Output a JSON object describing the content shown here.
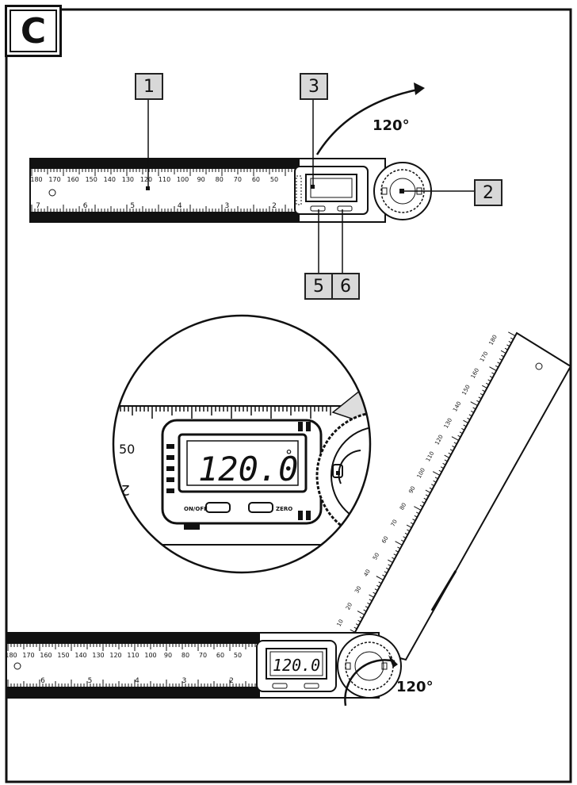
{
  "figure": {
    "letter": "C"
  },
  "callouts": {
    "c1": "1",
    "c2": "2",
    "c3": "3",
    "c5": "5",
    "c6": "6"
  },
  "angles": {
    "top": "120°",
    "bottom": "120°"
  },
  "display": {
    "reading": "120.0",
    "degree": "°",
    "bottom_reading": "120.0"
  },
  "buttons": {
    "onoff": "ON/OFF",
    "zero": "ZERO"
  },
  "zoom_scale": {
    "major": "50",
    "minor": "2"
  },
  "top_ruler": {
    "top_labels": [
      "180",
      "170",
      "160",
      "150",
      "140",
      "130",
      "120",
      "110",
      "100",
      "90",
      "80",
      "70",
      "60",
      "50"
    ],
    "bottom_labels": [
      "7",
      "6",
      "5",
      "4",
      "3",
      "2"
    ]
  },
  "bottom_ruler": {
    "top_labels": [
      "180",
      "170",
      "160",
      "150",
      "140",
      "130",
      "120",
      "110",
      "100",
      "90",
      "80",
      "70",
      "60",
      "50"
    ],
    "bottom_labels": [
      "6",
      "5",
      "4",
      "3",
      "2"
    ]
  },
  "diag_ruler": {
    "labels": [
      "180",
      "170",
      "160",
      "150",
      "140",
      "130",
      "120",
      "110",
      "100",
      "90",
      "80",
      "70",
      "60",
      "50",
      "40",
      "30",
      "20",
      "10"
    ]
  }
}
